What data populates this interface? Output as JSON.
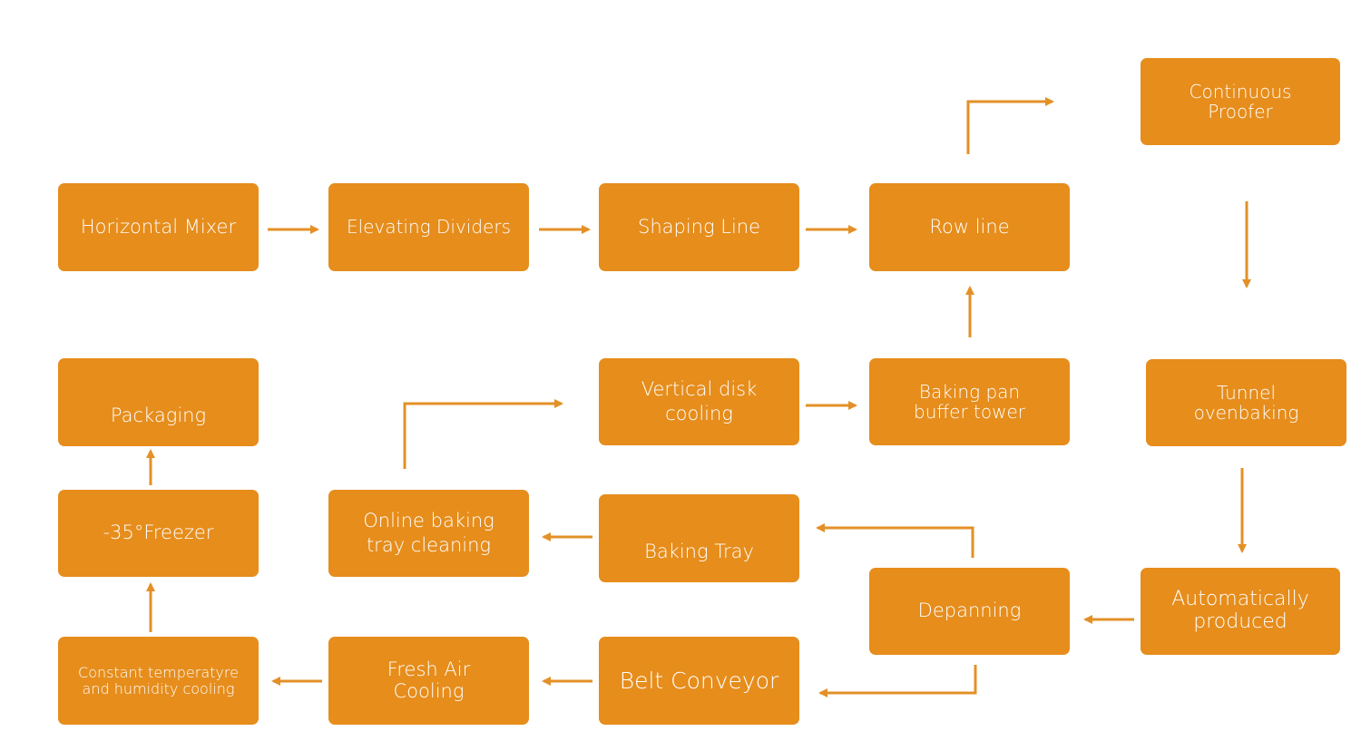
{
  "diagram": {
    "accent_color": "#e68d1c",
    "arrow_color": "#e39027",
    "text_color": "#ffffff",
    "nodes": [
      {
        "id": "horizontal-mixer",
        "label": "Horizontal Mixer"
      },
      {
        "id": "elevating-dividers",
        "label": "Elevating Dividers"
      },
      {
        "id": "shaping-line",
        "label": "Shaping Line"
      },
      {
        "id": "row-line",
        "label": "Row line"
      },
      {
        "id": "continuous-proofer",
        "label": "Continuous\nProofer"
      },
      {
        "id": "tunnel-oven-baking",
        "label": "Tunnel\novenbaking"
      },
      {
        "id": "automatically-produced",
        "label": "Automatically\nproduced"
      },
      {
        "id": "depanning",
        "label": "Depanning"
      },
      {
        "id": "baking-tray",
        "label": "Baking Tray"
      },
      {
        "id": "online-baking-tray-cleaning",
        "label": "Online baking\ntray cleaning"
      },
      {
        "id": "vertical-disk-cooling",
        "label": "Vertical disk\ncooling"
      },
      {
        "id": "baking-pan-buffer-tower",
        "label": "Baking pan\nbuffer tower"
      },
      {
        "id": "belt-conveyor",
        "label": "Belt Conveyor"
      },
      {
        "id": "fresh-air-cooling",
        "label": "Fresh Air\nCooling"
      },
      {
        "id": "constant-temperature-humidity-cooling",
        "label": "Constant temperatyre\nand humidity cooling"
      },
      {
        "id": "freezer",
        "label": "-35°Freezer"
      },
      {
        "id": "packaging",
        "label": "Packaging"
      }
    ],
    "flows": [
      {
        "from": "horizontal-mixer",
        "to": "elevating-dividers"
      },
      {
        "from": "elevating-dividers",
        "to": "shaping-line"
      },
      {
        "from": "shaping-line",
        "to": "row-line"
      },
      {
        "from": "row-line",
        "to": "continuous-proofer"
      },
      {
        "from": "continuous-proofer",
        "to": "tunnel-oven-baking"
      },
      {
        "from": "tunnel-oven-baking",
        "to": "automatically-produced"
      },
      {
        "from": "automatically-produced",
        "to": "depanning"
      },
      {
        "from": "depanning",
        "to": "baking-tray"
      },
      {
        "from": "baking-tray",
        "to": "online-baking-tray-cleaning"
      },
      {
        "from": "online-baking-tray-cleaning",
        "to": "vertical-disk-cooling"
      },
      {
        "from": "vertical-disk-cooling",
        "to": "baking-pan-buffer-tower"
      },
      {
        "from": "baking-pan-buffer-tower",
        "to": "row-line"
      },
      {
        "from": "depanning",
        "to": "belt-conveyor"
      },
      {
        "from": "belt-conveyor",
        "to": "fresh-air-cooling"
      },
      {
        "from": "fresh-air-cooling",
        "to": "constant-temperature-humidity-cooling"
      },
      {
        "from": "constant-temperature-humidity-cooling",
        "to": "freezer"
      },
      {
        "from": "freezer",
        "to": "packaging"
      }
    ]
  }
}
